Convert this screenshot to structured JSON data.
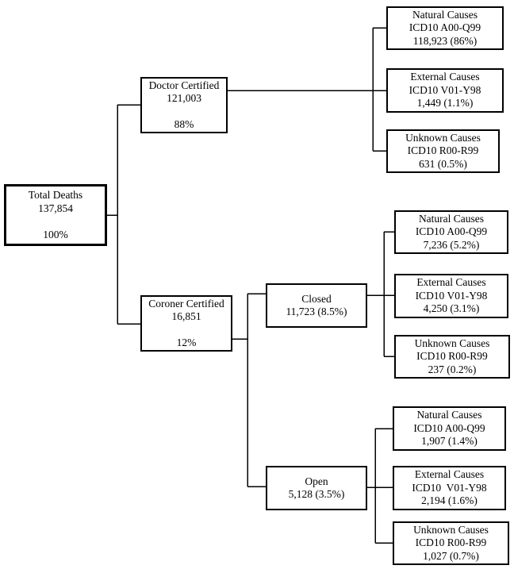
{
  "colors": {
    "background": "#ffffff",
    "line": "#000000",
    "box_border": "#000000"
  },
  "tree": {
    "total": {
      "label": "Total Deaths",
      "count": "137,854",
      "percent": "100%"
    },
    "doctor": {
      "label": "Doctor Certified",
      "count": "121,003",
      "percent": "88%"
    },
    "coroner": {
      "label": "Coroner Certified",
      "count": "16,851",
      "percent": "12%"
    },
    "closed": {
      "label": "Closed",
      "count": "11,723 (8.5%)"
    },
    "open": {
      "label": "Open",
      "count": "5,128 (3.5%)"
    },
    "doctor_children": [
      {
        "label": "Natural Causes",
        "code": "ICD10 A00-Q99",
        "count": "118,923 (86%)"
      },
      {
        "label": "External Causes",
        "code": "ICD10 V01-Y98",
        "count": "1,449 (1.1%)"
      },
      {
        "label": "Unknown Causes",
        "code": "ICD10 R00-R99",
        "count": "631 (0.5%)"
      }
    ],
    "closed_children": [
      {
        "label": "Natural Causes",
        "code": "ICD10 A00-Q99",
        "count": "7,236 (5.2%)"
      },
      {
        "label": "External Causes",
        "code": "ICD10 V01-Y98",
        "count": "4,250 (3.1%)"
      },
      {
        "label": "Unknown Causes",
        "code": "ICD10 R00-R99",
        "count": "237 (0.2%)"
      }
    ],
    "open_children": [
      {
        "label": "Natural Causes",
        "code": "ICD10 A00-Q99",
        "count": "1,907 (1.4%)"
      },
      {
        "label": "External Causes",
        "code": "ICD10  V01-Y98",
        "count": "2,194 (1.6%)"
      },
      {
        "label": "Unknown Causes",
        "code": "ICD10 R00-R99",
        "count": "1,027 (0.7%)"
      }
    ]
  }
}
